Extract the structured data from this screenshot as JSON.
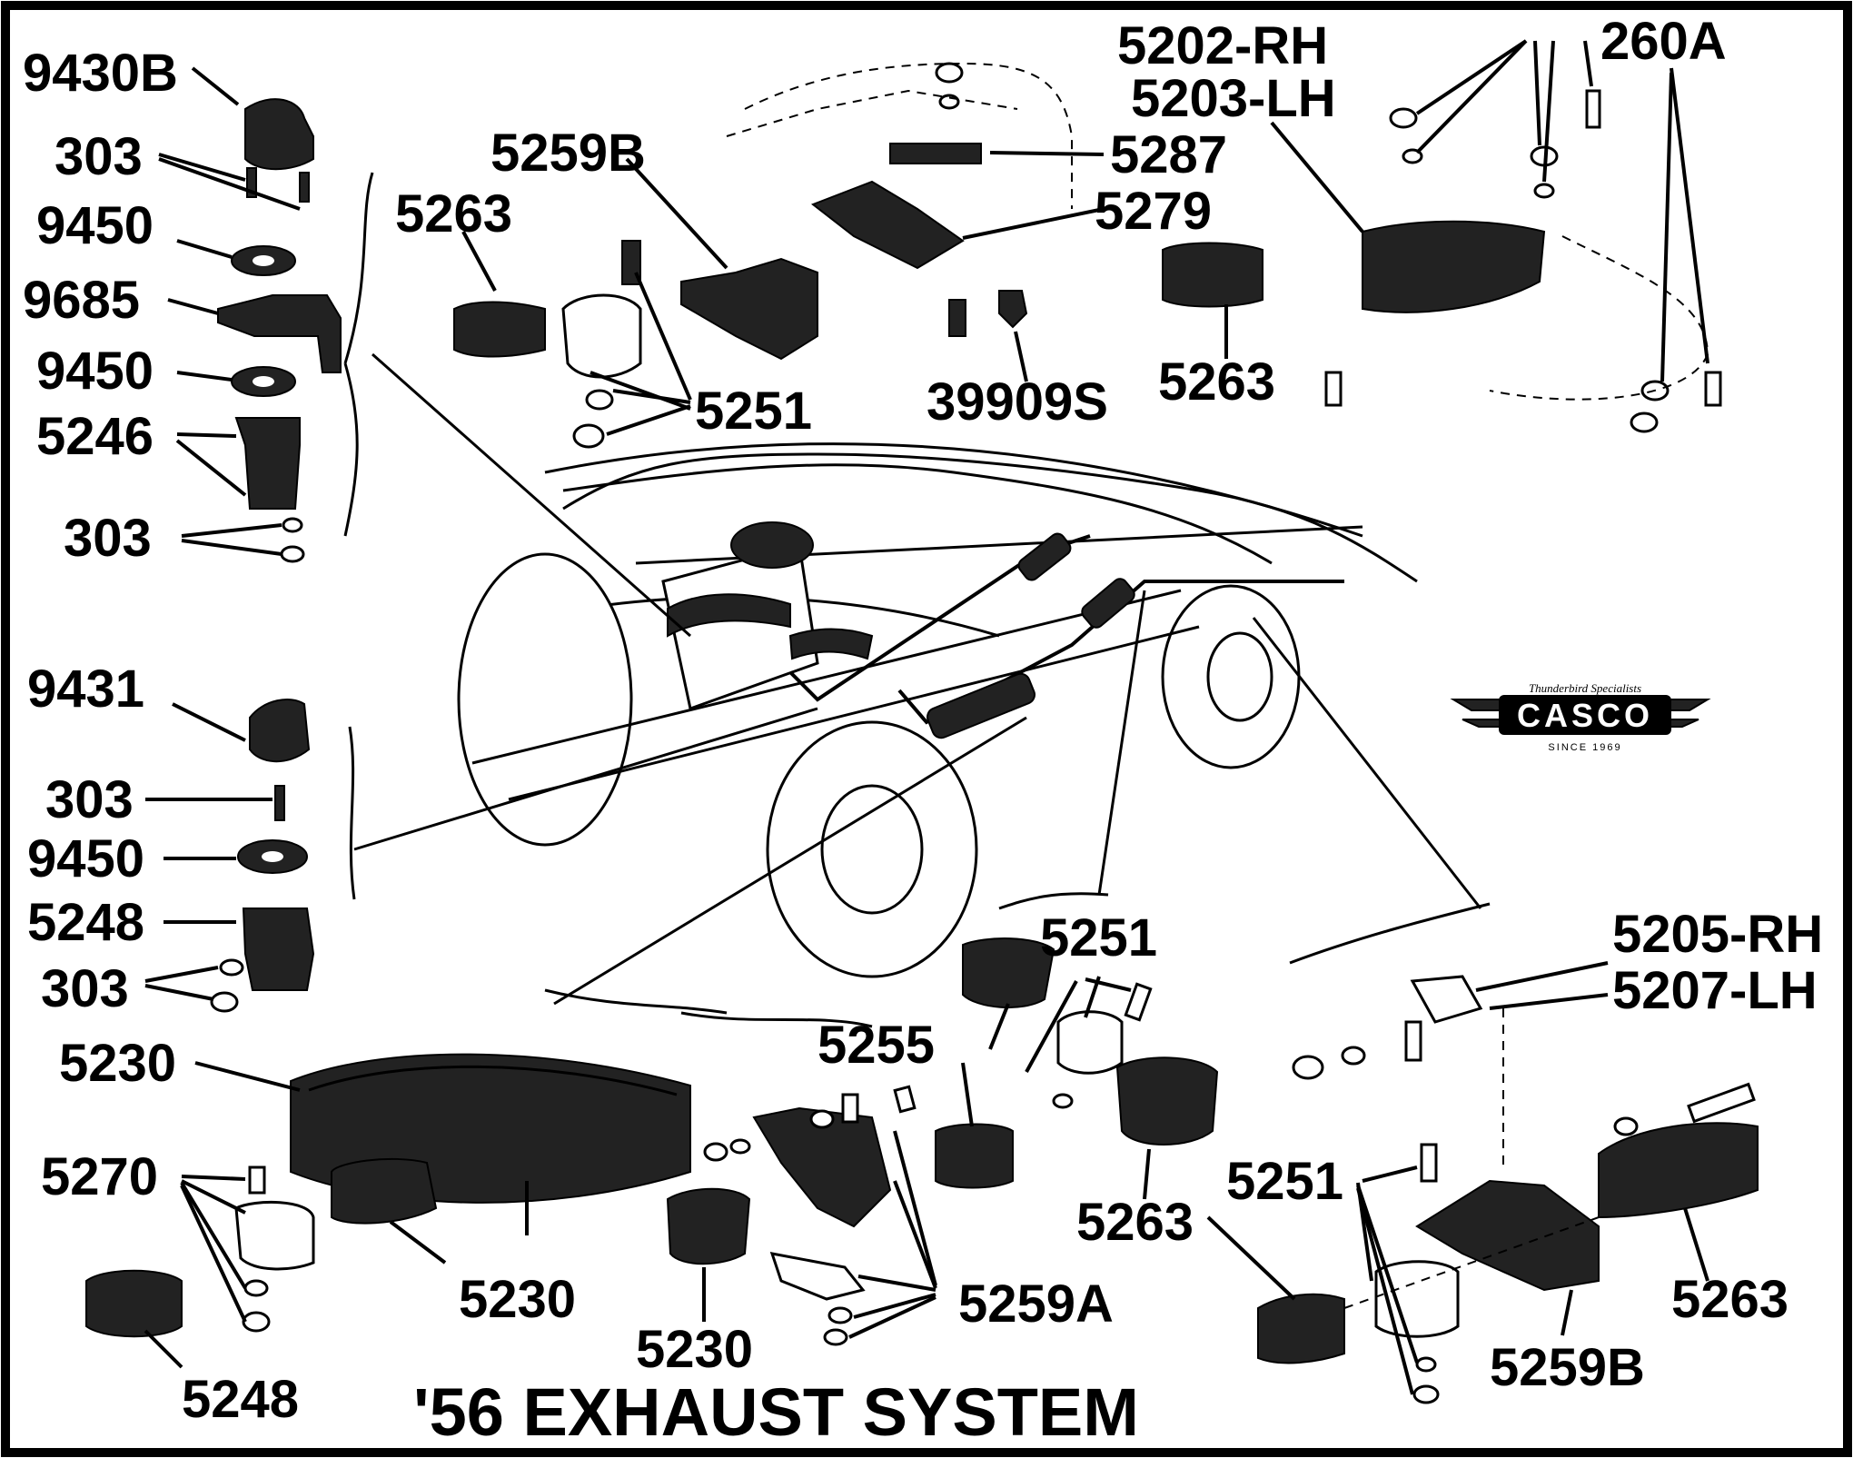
{
  "diagram": {
    "title": "'56 EXHAUST SYSTEM",
    "logo": {
      "tagline": "Thunderbird Specialists",
      "name": "CASCO",
      "since": "SINCE 1969"
    },
    "labels": [
      "9430B",
      "303",
      "9450",
      "9685",
      "9450",
      "5246",
      "303",
      "9431",
      "303",
      "9450",
      "5248",
      "303",
      "5230",
      "5270",
      "5230",
      "5248",
      "5263",
      "5259B",
      "5251",
      "5287",
      "5279",
      "39909S",
      "5202-RH",
      "5203-LH",
      "260A",
      "5263",
      "5251",
      "5255",
      "5263",
      "5259A",
      "5230",
      "5205-RH",
      "5207-LH",
      "5251",
      "5263",
      "5259B"
    ]
  },
  "colors": {
    "ink": "#000000",
    "paper": "#ffffff"
  }
}
